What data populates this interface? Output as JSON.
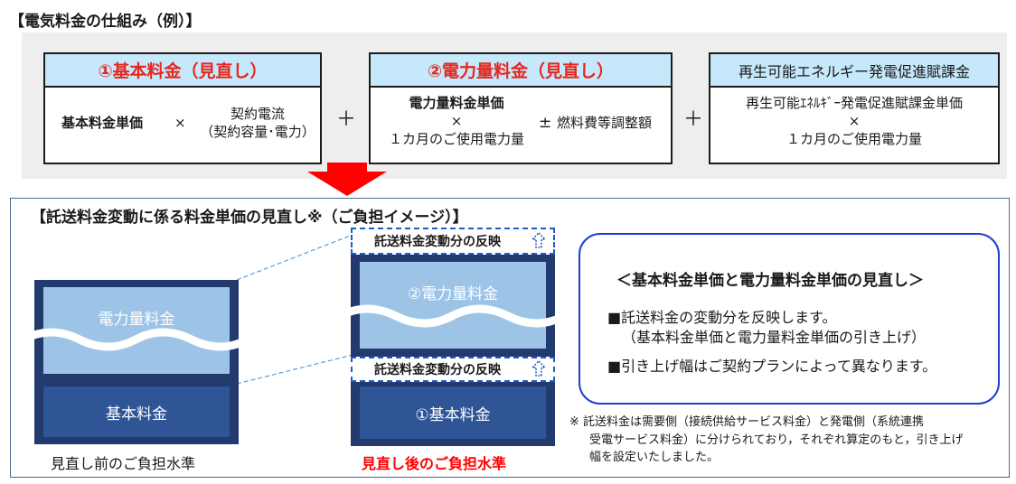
{
  "title": "【電気料金の仕組み（例）】",
  "box1": {
    "header": "①基本料金（見直し）",
    "term_a": "基本料金単価",
    "times": "×",
    "term_b_line1": "契約電流",
    "term_b_line2": "（契約容量･電力）"
  },
  "plus": "＋",
  "box2": {
    "header": "②電力量料金（見直し）",
    "line1": "電力量料金単価",
    "times": "×",
    "line2": "１カ月のご使用電力量",
    "pm": "±",
    "fuel": "燃料費等調整額"
  },
  "box3": {
    "header": "再生可能エネルギー発電促進賦課金",
    "line1": "再生可能ｴﾈﾙｷﾞｰ発電促進賦課金単価",
    "times": "×",
    "line2": "１カ月のご使用電力量"
  },
  "bottom_title": "【託送料金変動に係る料金単価の見直し※（ご負担イメージ）】",
  "before": {
    "energy": "電力量料金",
    "base": "基本料金",
    "caption": "見直し前のご負担水準"
  },
  "after": {
    "reflect_label": "託送料金変動分の反映",
    "energy": "②電力量料金",
    "base": "①基本料金",
    "caption": "見直し後のご負担水準"
  },
  "panel": {
    "heading": "＜基本料金単価と電力量料金単価の見直し＞",
    "bullet1_line1": "■託送料金の変動分を反映します。",
    "bullet1_line2": "（基本料金単価と電力量料金単価の引き上げ）",
    "bullet2": "■引き上げ幅はご契約プランによって異なります。"
  },
  "note": {
    "line1": "※ 託送料金は需要側（接続供給サービス料金）と発電側（系統連携",
    "line2": "受電サービス料金）に分けられており，それぞれ算定のもと，引き上げ",
    "line3": "幅を設定いたしました。"
  },
  "colors": {
    "header_bg": "#c5e8fa",
    "header_red": "#e8261d",
    "arrow_red": "#ff0000",
    "dark_navy": "#233a6e",
    "light_blue": "#9dc3e6",
    "base_blue": "#2f5597",
    "panel_border": "#1f3fd1",
    "caption_red": "#ff0000"
  }
}
